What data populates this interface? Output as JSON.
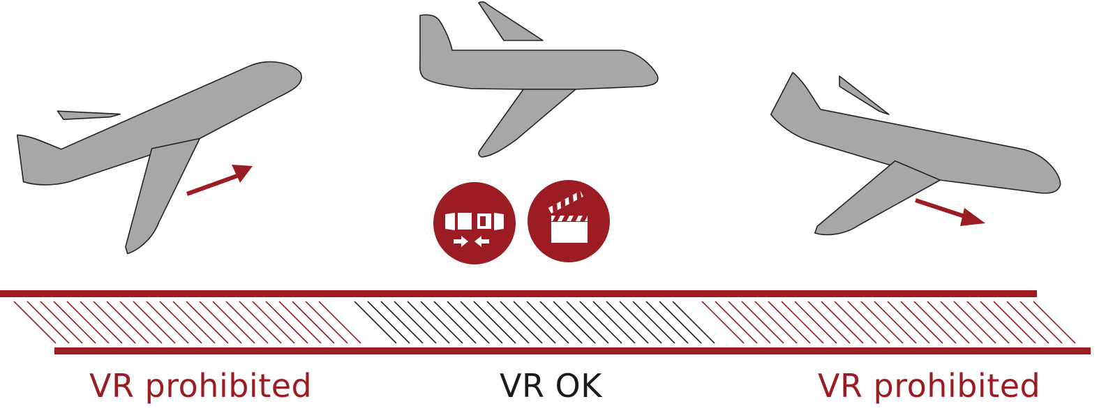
{
  "zones": [
    {
      "label": "VR prohibited",
      "status": "prohibited",
      "phase": "takeoff"
    },
    {
      "label": "VR OK",
      "status": "allowed",
      "phase": "cruise"
    },
    {
      "label": "VR prohibited",
      "status": "prohibited",
      "phase": "landing"
    }
  ],
  "icons": [
    "seatbelt-unbuckled-icon",
    "clapperboard-icon"
  ],
  "colors": {
    "accent": "#9b1c22",
    "plane_fill": "#a7a7a7",
    "plane_stroke": "#222222",
    "ok_text": "#1a1a1a",
    "ok_hatch": "#222222",
    "icon_glyph": "#ffffff"
  }
}
